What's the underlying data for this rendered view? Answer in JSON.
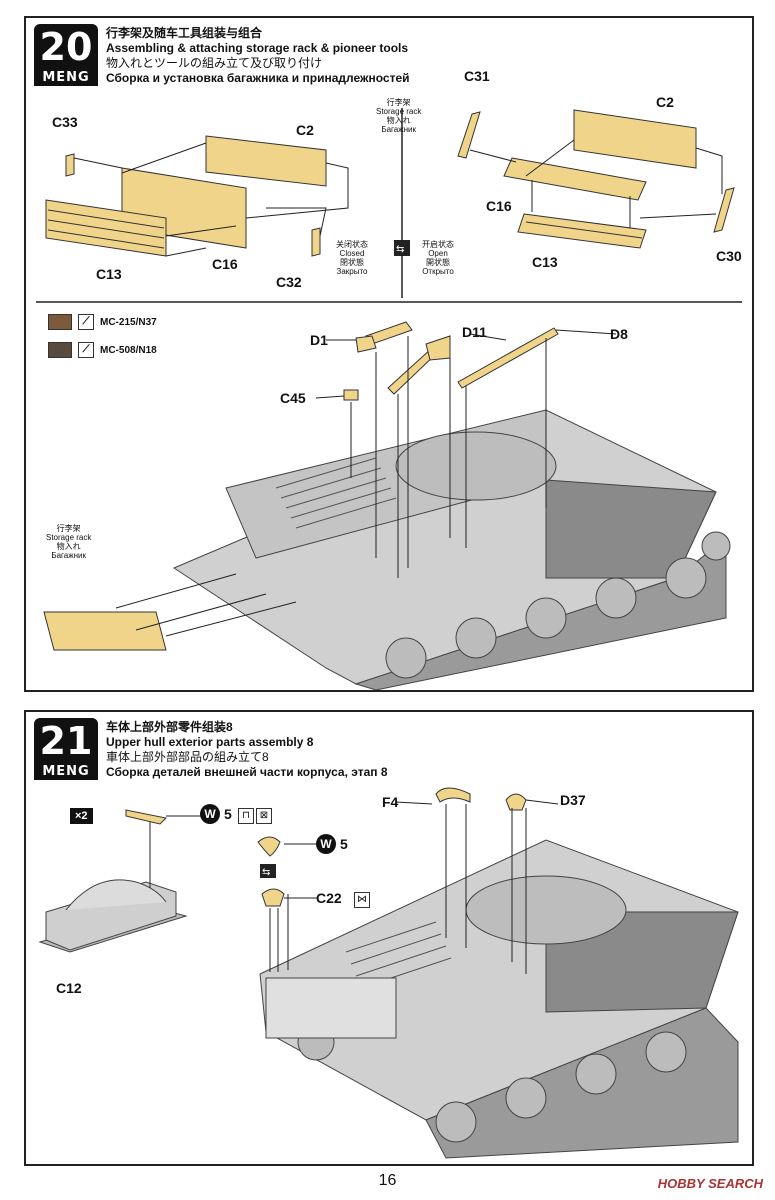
{
  "step20": {
    "number": "20",
    "brand": "MENG",
    "title_zh": "行李架及随车工具组装与组合",
    "title_en": "Assembling & attaching storage rack & pioneer tools",
    "title_ja": "物入れとツールの組み立て及び取り付け",
    "title_ru": "Сборка и установка багажника и принадлежностей",
    "rack_label": [
      "行李架",
      "Storage rack",
      "物入れ",
      "Багажник"
    ],
    "closed": [
      "关闭状态",
      "Closed",
      "閉状態",
      "Закрыто"
    ],
    "open": [
      "开启状态",
      "Open",
      "開状態",
      "Открыто"
    ],
    "parts": {
      "c33": "C33",
      "c2a": "C2",
      "c13a": "C13",
      "c16a": "C16",
      "c32": "C32",
      "c31": "C31",
      "c2b": "C2",
      "c16b": "C16",
      "c13b": "C13",
      "c30": "C30",
      "d1": "D1",
      "d11": "D11",
      "d8": "D8",
      "c45": "C45"
    },
    "paints": [
      {
        "code": "MC-215/N37",
        "color": "#7a5a3a"
      },
      {
        "code": "MC-508/N18",
        "color": "#5a4a3e"
      }
    ],
    "rack_label2": [
      "行李架",
      "Storage rack",
      "物入れ",
      "Багажник"
    ]
  },
  "step21": {
    "number": "21",
    "brand": "MENG",
    "title_zh": "车体上部外部零件组装8",
    "title_en": "Upper hull exterior parts assembly 8",
    "title_ja": "車体上部外部部品の組み立て8",
    "title_ru": "Сборка деталей внешней части корпуса, этап 8",
    "qty": "×2",
    "w5a": "5",
    "w5b": "5",
    "parts": {
      "c12": "C12",
      "c22": "C22",
      "f4": "F4",
      "d37": "D37"
    }
  },
  "page_number": "16",
  "watermark": "HOBBY SEARCH",
  "colors": {
    "part_tan": "#f0d48a",
    "hull_grey": "#c8c8c8",
    "hull_dark": "#8a8a8a",
    "ink": "#111111"
  }
}
